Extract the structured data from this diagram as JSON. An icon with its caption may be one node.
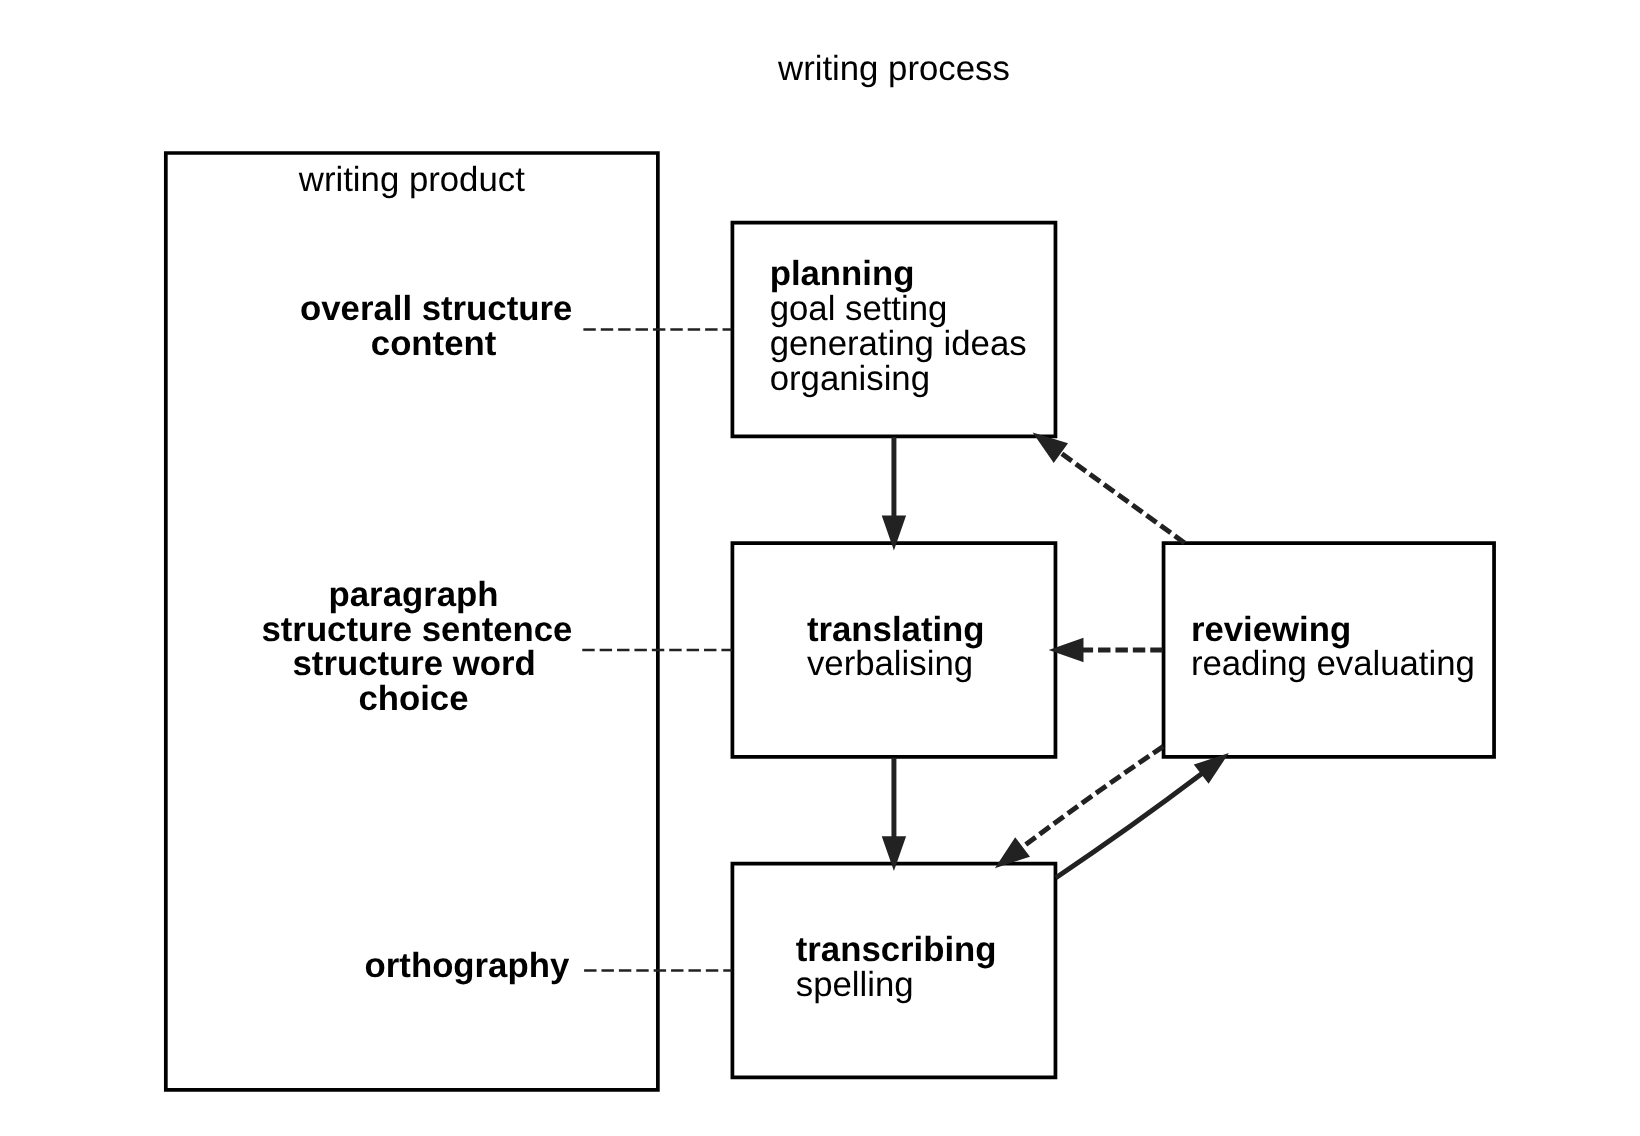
{
  "diagram": {
    "nodes": [
      {
        "text": [
          "writing product"
        ]
      },
      {
        "text": [
          "overall structure content"
        ],
        "in": 0
      },
      {
        "text": [
          "paragraph structure sentence structure word choice"
        ],
        "in": 0
      },
      {
        "text": [
          "orthography"
        ],
        "in": 0
      },
      {
        "text": [
          "planning",
          "goal setting generating ideas organising"
        ]
      },
      {
        "text": [
          "translating",
          "verbalising"
        ]
      },
      {
        "text": [
          "transcribing",
          "spelling"
        ]
      },
      {
        "text": [
          "reviewing",
          "reading evaluating"
        ]
      }
    ],
    "edges": [
      {
        "from": 1,
        "to": 4,
        "arrow": "none",
        "style": "dashed"
      },
      {
        "from": 2,
        "to": 5,
        "arrow": "none",
        "style": "dashed"
      },
      {
        "from": 3,
        "to": 6,
        "arrow": "none",
        "style": "dashed"
      },
      {
        "from": 4,
        "to": 5,
        "arrow": "to"
      },
      {
        "from": 5,
        "to": 6,
        "arrow": "to"
      },
      {
        "from": 7,
        "to": 4,
        "arrow": "to",
        "style": "dashed"
      },
      {
        "from": 7,
        "to": 5,
        "arrow": "to",
        "style": "dashed"
      },
      {
        "from": 7,
        "to": 6,
        "arrow": "to",
        "style": "dashed"
      },
      {
        "from": 6,
        "to": 7,
        "arrow": "to"
      }
    ],
    "labels": [
      "writing process"
    ]
  }
}
